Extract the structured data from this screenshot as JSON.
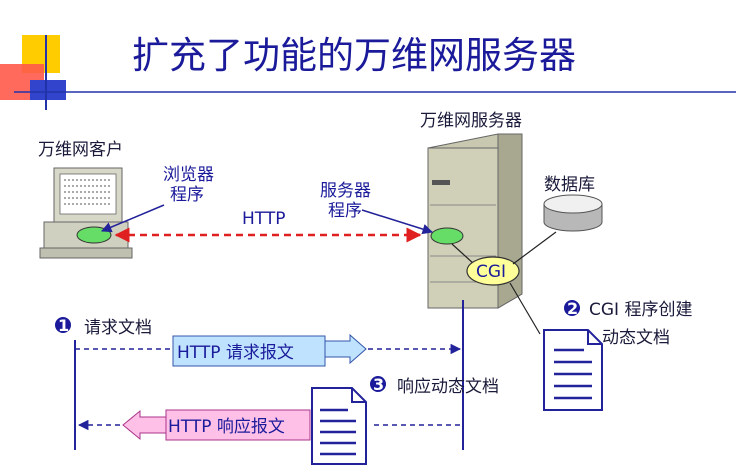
{
  "title": "扩充了功能的万维网服务器",
  "client": {
    "label": "万维网客户",
    "browser_line1": "浏览器",
    "browser_line2": "程序"
  },
  "server": {
    "label": "万维网服务器",
    "program_line1": "服务器",
    "program_line2": "程序",
    "cgi": "CGI"
  },
  "database": {
    "label": "数据库"
  },
  "protocol": {
    "label": "HTTP"
  },
  "steps": {
    "s1_num": "1",
    "s1_text": "请求文档",
    "s2_num": "2",
    "s2_line1": "CGI 程序创建",
    "s2_line2": "动态文档",
    "s3_num": "3",
    "s3_text": "响应动态文档"
  },
  "messages": {
    "request": "HTTP 请求报文",
    "response": "HTTP 响应报文"
  },
  "colors": {
    "title": "#1a1a9a",
    "server_body": "#c8c8b0",
    "cgi_fill": "#ffff99",
    "green": "#66dd66",
    "red_dash": "#e02020",
    "request_box": "#bfe3ff",
    "response_box": "#ffc0e8",
    "corner_yellow": "#ffcc00",
    "corner_red": "#ff4444",
    "corner_blue": "#3344cc"
  }
}
